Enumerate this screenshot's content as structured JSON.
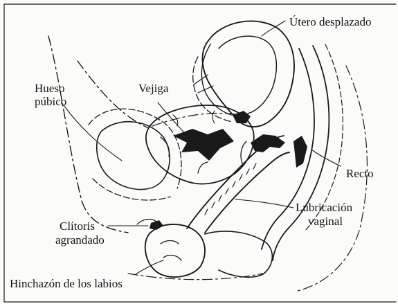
{
  "labels": {
    "uterus": "Útero desplazado",
    "pubic_bone_line1": "Hueso",
    "pubic_bone_line2": "púbico",
    "bladder": "Vejiga",
    "rectum": "Recto",
    "vaginal_lubrication_line1": "Lubricación",
    "vaginal_lubrication_line2": "vaginal",
    "clitoris_line1": "Clítoris",
    "clitoris_line2": "agrandado",
    "labia_swelling": "Hinchazón de los labios"
  },
  "colors": {
    "ink": "#1a1a1a",
    "paper": "#fbfbfa"
  }
}
